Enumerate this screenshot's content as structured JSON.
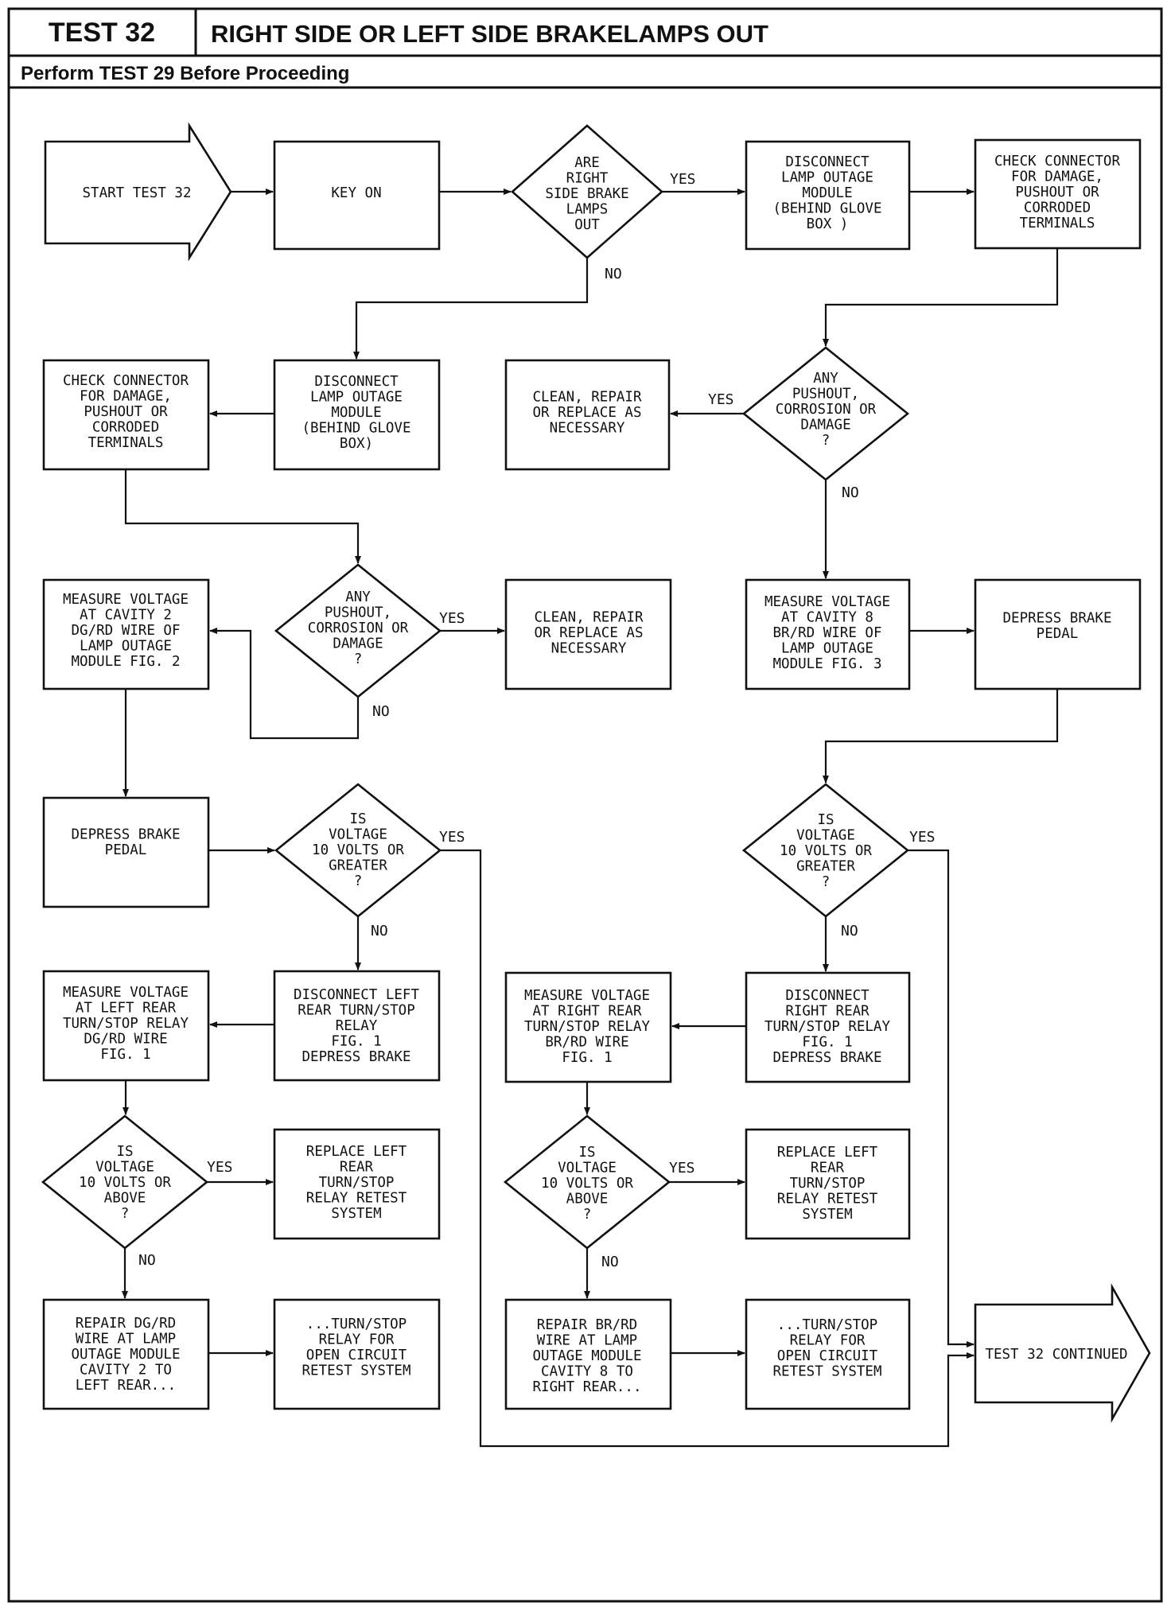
{
  "header": {
    "test_label": "TEST 32",
    "title": "RIGHT SIDE OR LEFT SIDE BRAKELAMPS OUT",
    "subtitle": "Perform TEST 29 Before Proceeding"
  },
  "nodes": {
    "start": [
      "START TEST 32"
    ],
    "key_on": [
      "KEY ON"
    ],
    "d_right_out": [
      "ARE",
      "RIGHT",
      "SIDE BRAKE",
      "LAMPS",
      "OUT"
    ],
    "disc_r1": [
      "DISCONNECT",
      "LAMP OUTAGE",
      "MODULE",
      "(BEHIND GLOVE",
      "BOX )"
    ],
    "check_r1": [
      "CHECK CONNECTOR",
      "FOR DAMAGE,",
      "PUSHOUT OR",
      "CORRODED",
      "TERMINALS"
    ],
    "disc_l1": [
      "DISCONNECT",
      "LAMP OUTAGE",
      "MODULE",
      "(BEHIND GLOVE",
      "BOX)"
    ],
    "check_l1": [
      "CHECK CONNECTOR",
      "FOR DAMAGE,",
      "PUSHOUT OR",
      "CORRODED",
      "TERMINALS"
    ],
    "clean_r": [
      "CLEAN, REPAIR",
      "OR REPLACE AS",
      "NECESSARY"
    ],
    "d_push_r": [
      "ANY",
      "PUSHOUT,",
      "CORROSION OR",
      "DAMAGE",
      "?"
    ],
    "d_push_l": [
      "ANY",
      "PUSHOUT,",
      "CORROSION OR",
      "DAMAGE",
      "?"
    ],
    "clean_l": [
      "CLEAN, REPAIR",
      "OR REPLACE AS",
      "NECESSARY"
    ],
    "meas_l1": [
      "MEASURE VOLTAGE",
      "AT CAVITY 2",
      "DG/RD WIRE OF",
      "LAMP OUTAGE",
      "MODULE FIG. 2"
    ],
    "meas_r1": [
      "MEASURE VOLTAGE",
      "AT CAVITY 8",
      "BR/RD WIRE OF",
      "LAMP OUTAGE",
      "MODULE FIG. 3"
    ],
    "depress_r": [
      "DEPRESS BRAKE",
      "PEDAL"
    ],
    "depress_l": [
      "DEPRESS BRAKE",
      "PEDAL"
    ],
    "d_volt_l": [
      "IS",
      "VOLTAGE",
      "10 VOLTS OR",
      "GREATER",
      "?"
    ],
    "d_volt_r": [
      "IS",
      "VOLTAGE",
      "10 VOLTS OR",
      "GREATER",
      "?"
    ],
    "meas_l2": [
      "MEASURE VOLTAGE",
      "AT LEFT REAR",
      "TURN/STOP RELAY",
      "DG/RD WIRE",
      "FIG. 1"
    ],
    "disc_l2": [
      "DISCONNECT LEFT",
      "REAR TURN/STOP",
      "RELAY",
      "FIG. 1",
      "DEPRESS BRAKE"
    ],
    "meas_r2": [
      "MEASURE VOLTAGE",
      "AT RIGHT REAR",
      "TURN/STOP RELAY",
      "BR/RD WIRE",
      "FIG. 1"
    ],
    "disc_r2": [
      "DISCONNECT",
      "RIGHT REAR",
      "TURN/STOP RELAY",
      "FIG. 1",
      "DEPRESS BRAKE"
    ],
    "d_above_l": [
      "IS",
      "VOLTAGE",
      "10 VOLTS OR",
      "ABOVE",
      "?"
    ],
    "replace_l": [
      "REPLACE LEFT",
      "REAR",
      "TURN/STOP",
      "RELAY RETEST",
      "SYSTEM"
    ],
    "d_above_r": [
      "IS",
      "VOLTAGE",
      "10 VOLTS OR",
      "ABOVE",
      "?"
    ],
    "replace_r": [
      "REPLACE LEFT",
      "REAR",
      "TURN/STOP",
      "RELAY RETEST",
      "SYSTEM"
    ],
    "repair_l": [
      "REPAIR DG/RD",
      "WIRE AT LAMP",
      "OUTAGE MODULE",
      "CAVITY 2 TO",
      "LEFT REAR..."
    ],
    "open_l": [
      "...TURN/STOP",
      "RELAY FOR",
      "OPEN CIRCUIT",
      "RETEST SYSTEM"
    ],
    "repair_r": [
      "REPAIR BR/RD",
      "WIRE AT LAMP",
      "OUTAGE MODULE",
      "CAVITY 8 TO",
      "RIGHT REAR..."
    ],
    "open_r": [
      "...TURN/STOP",
      "RELAY FOR",
      "OPEN CIRCUIT",
      "RETEST SYSTEM"
    ],
    "continued": [
      "TEST 32 CONTINUED"
    ]
  },
  "labels": {
    "yes1": "YES",
    "no1": "NO",
    "yes_pr": "YES",
    "no_pr": "NO",
    "yes_pl": "YES",
    "no_pl": "NO",
    "yes_vl": "YES",
    "no_vl": "NO",
    "yes_vr": "YES",
    "no_vr": "NO",
    "yes_al": "YES",
    "no_al": "NO",
    "yes_ar": "YES",
    "no_ar": "NO"
  }
}
